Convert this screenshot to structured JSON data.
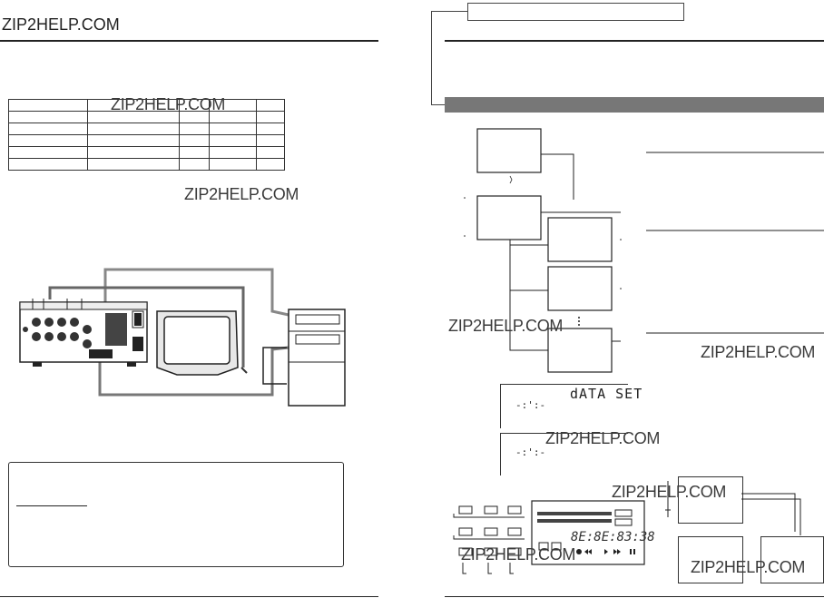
{
  "header": {
    "site_name": "ZIP2HELP.COM"
  },
  "watermark": {
    "text": "ZIP2HELP.COM"
  },
  "display": {
    "msg_data_set": "dATA SET",
    "msg_blink": "-:':-",
    "timecode": "8E:8E:83:38"
  },
  "colors": {
    "section_bar": "#777777",
    "rule": "#222222",
    "line": "#333333"
  }
}
